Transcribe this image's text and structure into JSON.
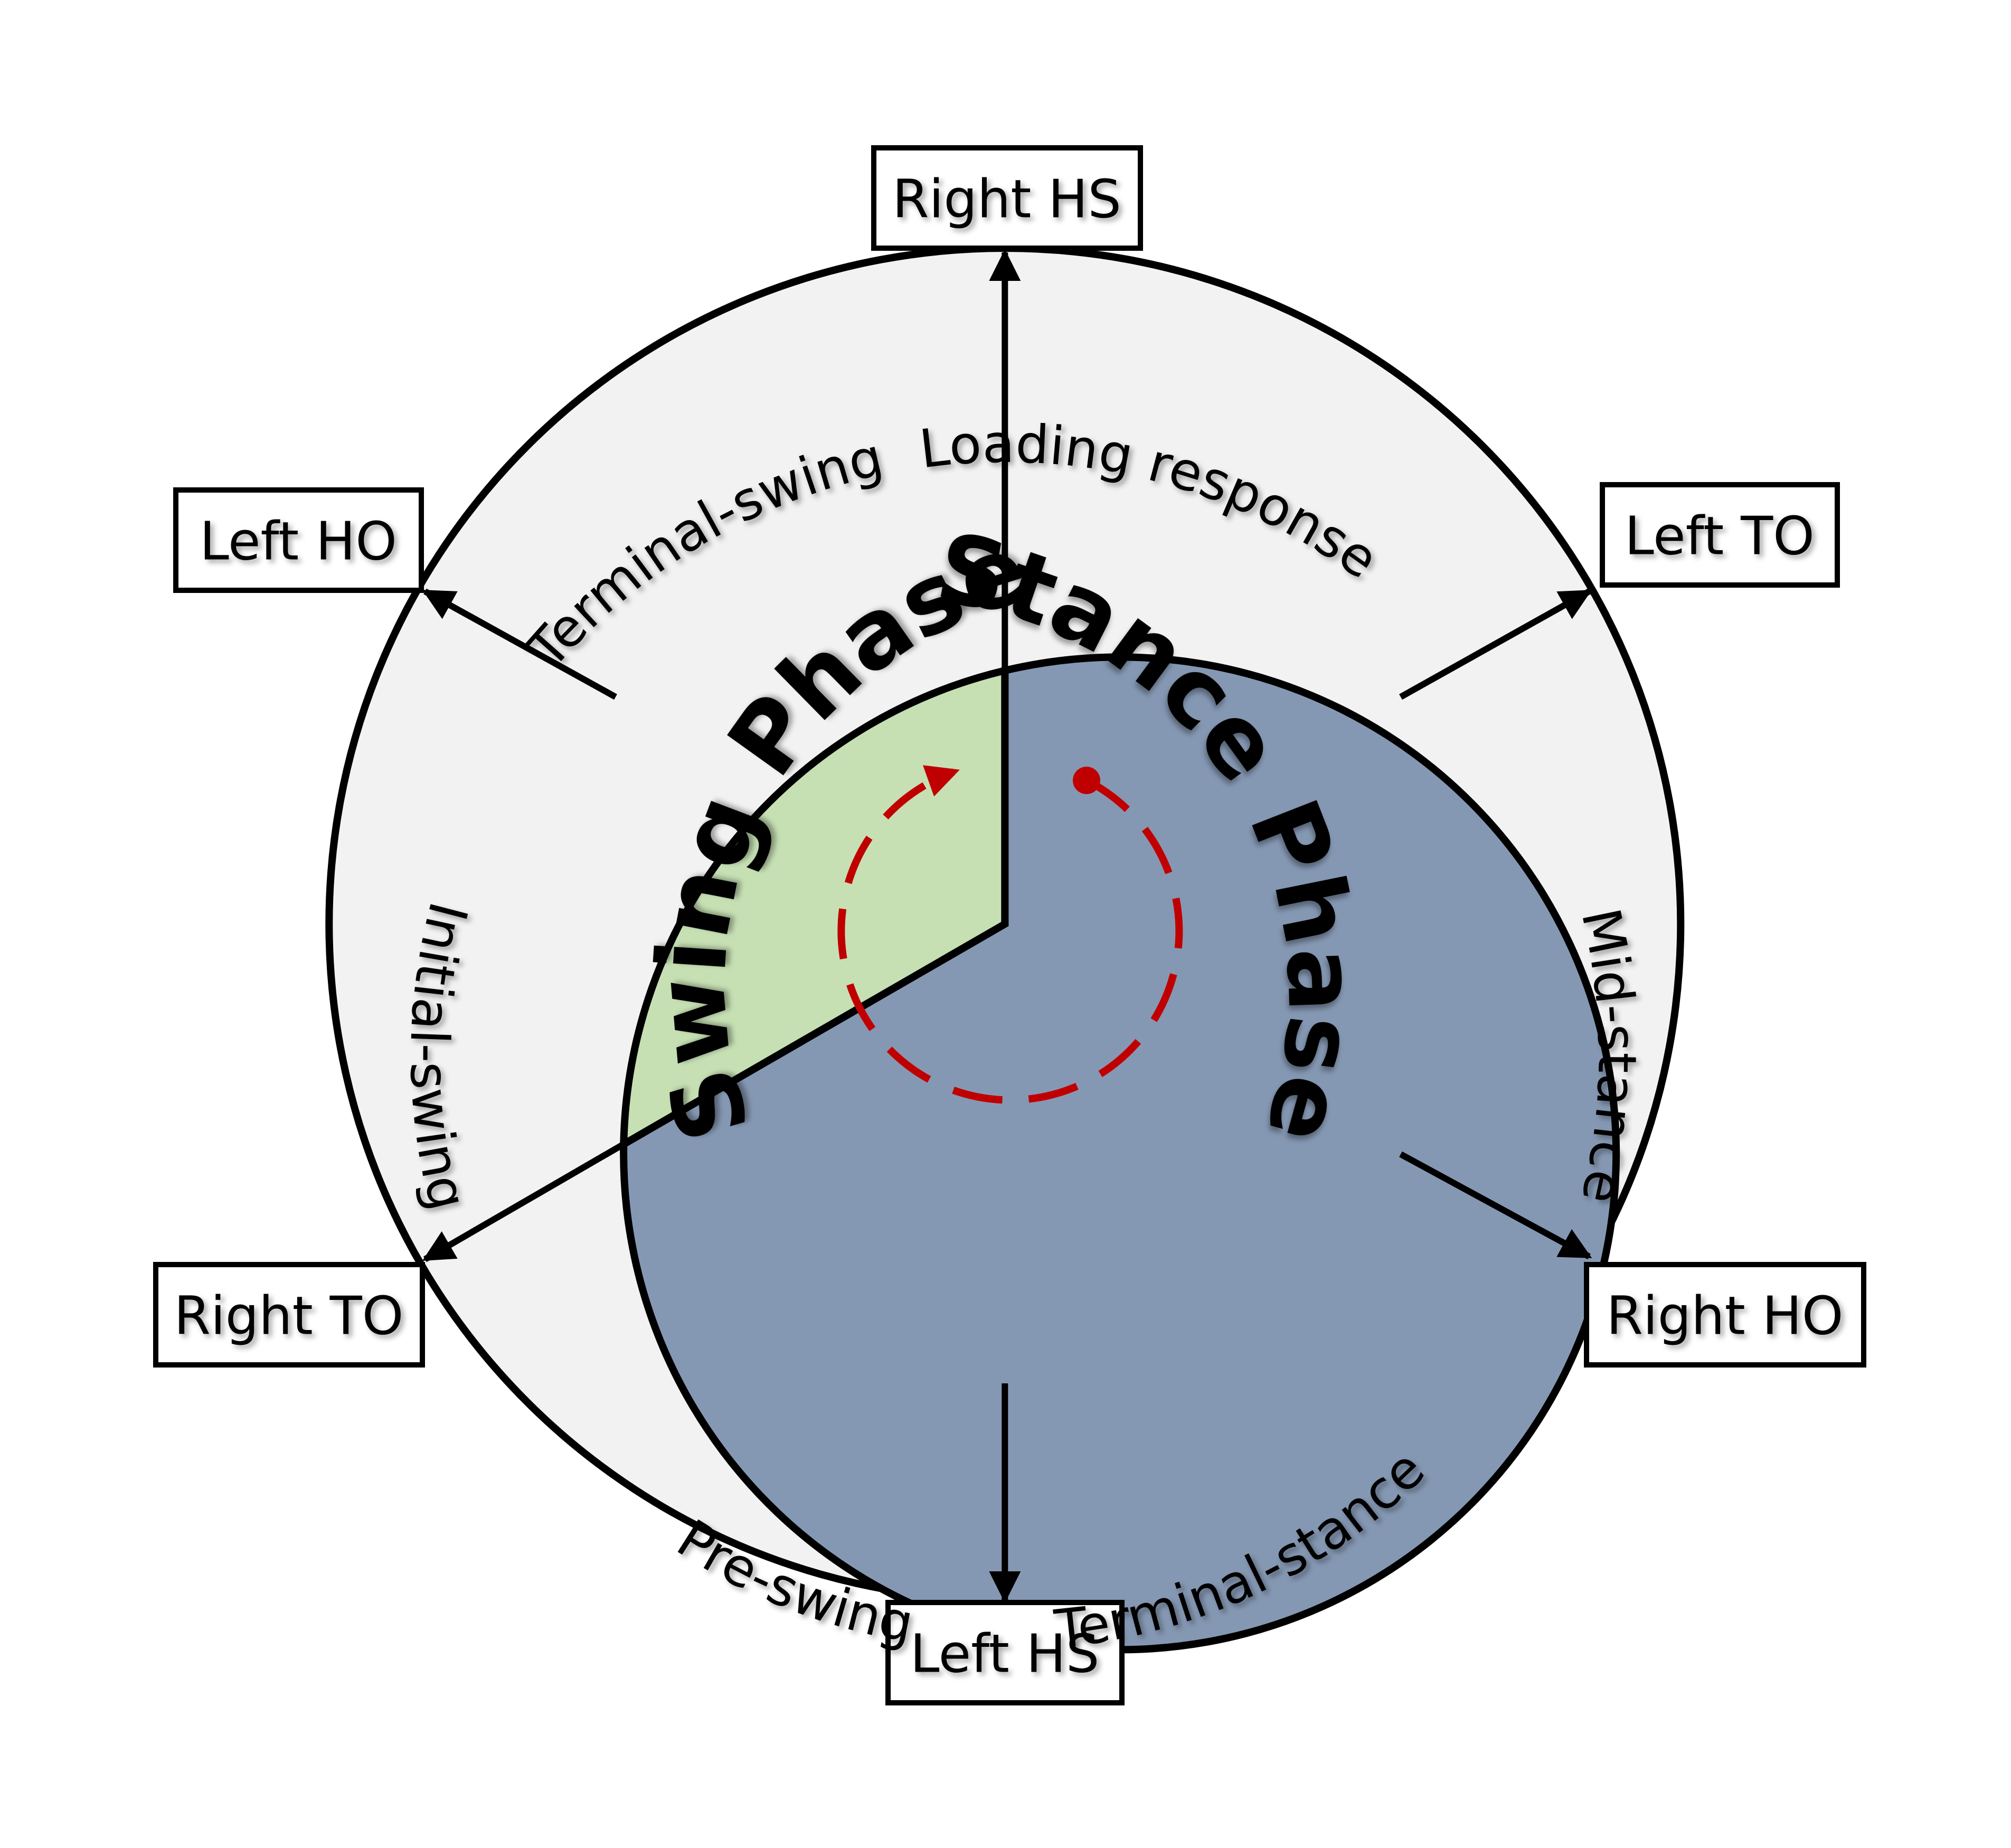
{
  "colors": {
    "stance_fill": "#8598b3",
    "swing_fill": "#c6e0b4",
    "ring_fill": "#f2f2f2",
    "outline": "#000000",
    "cycle_arrow": "#c00000"
  },
  "phases": {
    "swing": "Swing Phase",
    "stance": "Stance Phase"
  },
  "sub_phases": {
    "loading_response": "Loading response",
    "mid_stance": "Mid-stance",
    "terminal_stance": "Terminal-stance",
    "pre_swing": "Pre-swing",
    "initial_swing": "Initial-swing",
    "terminal_swing": "Terminal-swing"
  },
  "events": {
    "right_hs": "Right HS",
    "left_to": "Left TO",
    "right_ho": "Right HO",
    "left_hs": "Left HS",
    "right_to": "Right TO",
    "left_ho": "Left HO"
  }
}
